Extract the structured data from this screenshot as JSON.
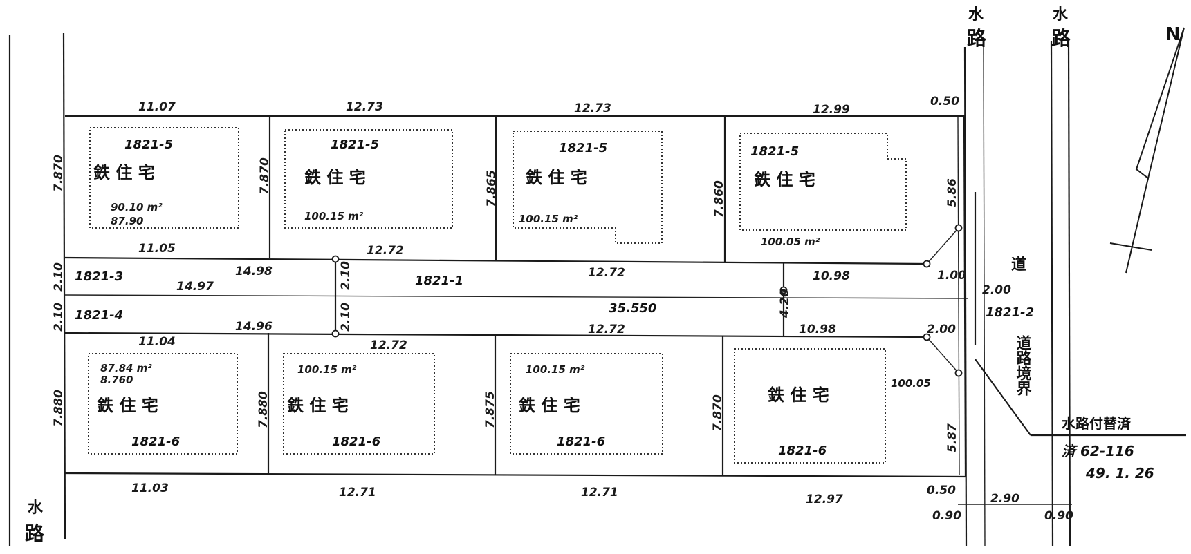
{
  "lots_top": [
    {
      "label": "1821-5",
      "building": "鉄 住 宅",
      "area": "90.10 m²",
      "area2": "87.90",
      "top_dim": "11.07",
      "side_dim": "7.870"
    },
    {
      "label": "1821-5",
      "building": "鉄 住 宅",
      "area": "100.15 m²",
      "top_dim": "12.73",
      "side_dim": "7.870"
    },
    {
      "label": "1821-5",
      "building": "鉄 住 宅",
      "area": "100.15 m²",
      "top_dim": "12.73",
      "side_dim": "7.865"
    },
    {
      "label": "1821-5",
      "building": "鉄 住 宅",
      "area": "100.05 m²",
      "top_dim": "12.99",
      "side_dim": "7.860"
    }
  ],
  "lots_bottom": [
    {
      "label": "1821-6",
      "building": "鉄 住 宅",
      "area": "87.84 m²",
      "area2": "8.760",
      "bottom_dim": "11.03",
      "side_dim": "7.880"
    },
    {
      "label": "1821-6",
      "building": "鉄 住 宅",
      "area": "100.15 m²",
      "bottom_dim": "12.71",
      "side_dim": "7.880"
    },
    {
      "label": "1821-6",
      "building": "鉄 住 宅",
      "area": "100.15 m²",
      "bottom_dim": "12.71",
      "side_dim": "7.875"
    },
    {
      "label": "1821-6",
      "building": "鉄 住 宅",
      "area": "100.05",
      "bottom_dim": "12.97",
      "side_dim": "7.870"
    }
  ],
  "middle": {
    "lot_1": "1821-1",
    "lot_3": "1821-3",
    "lot_4": "1821-4",
    "lot_2": "1821-2",
    "center_area": "35.550",
    "dims_upper_left": "11.05",
    "dims_upper_mid": "12.72",
    "dims_upper_mid2": "12.72",
    "dims_upper_right": "10.98",
    "dims_lot3_top": "14.98",
    "dims_lot3_mid": "14.97",
    "dims_lot4_bottom": "14.96",
    "dims_lower_left": "11.04",
    "dims_lower_mid": "12.72",
    "dims_lower_mid2": "12.72",
    "dims_lower_right": "10.98",
    "width_2_10": "2.10",
    "width_4_20": "4.20",
    "dim_2_00": "2.00"
  },
  "right_side": {
    "dim_050_top": "0.50",
    "dim_050_bottom": "0.50",
    "dim_586": "5.86",
    "dim_587": "5.87",
    "dim_100": "1.00",
    "dim_200": "2.00",
    "dim_290": "2.90",
    "dim_090_left": "0.90",
    "dim_090_right": "0.90",
    "road_label": "道",
    "boundary_label": "道路境界",
    "note_line1": "水路付替済",
    "note_line2": "済 62-116",
    "note_line3": "49. 1. 26"
  },
  "waterways": {
    "top_left_1": "水",
    "top_left_2": "路",
    "top_right_1": "水",
    "top_right_2": "路",
    "bottom_left_1": "水",
    "bottom_left_2": "路"
  },
  "north_symbol": "N"
}
